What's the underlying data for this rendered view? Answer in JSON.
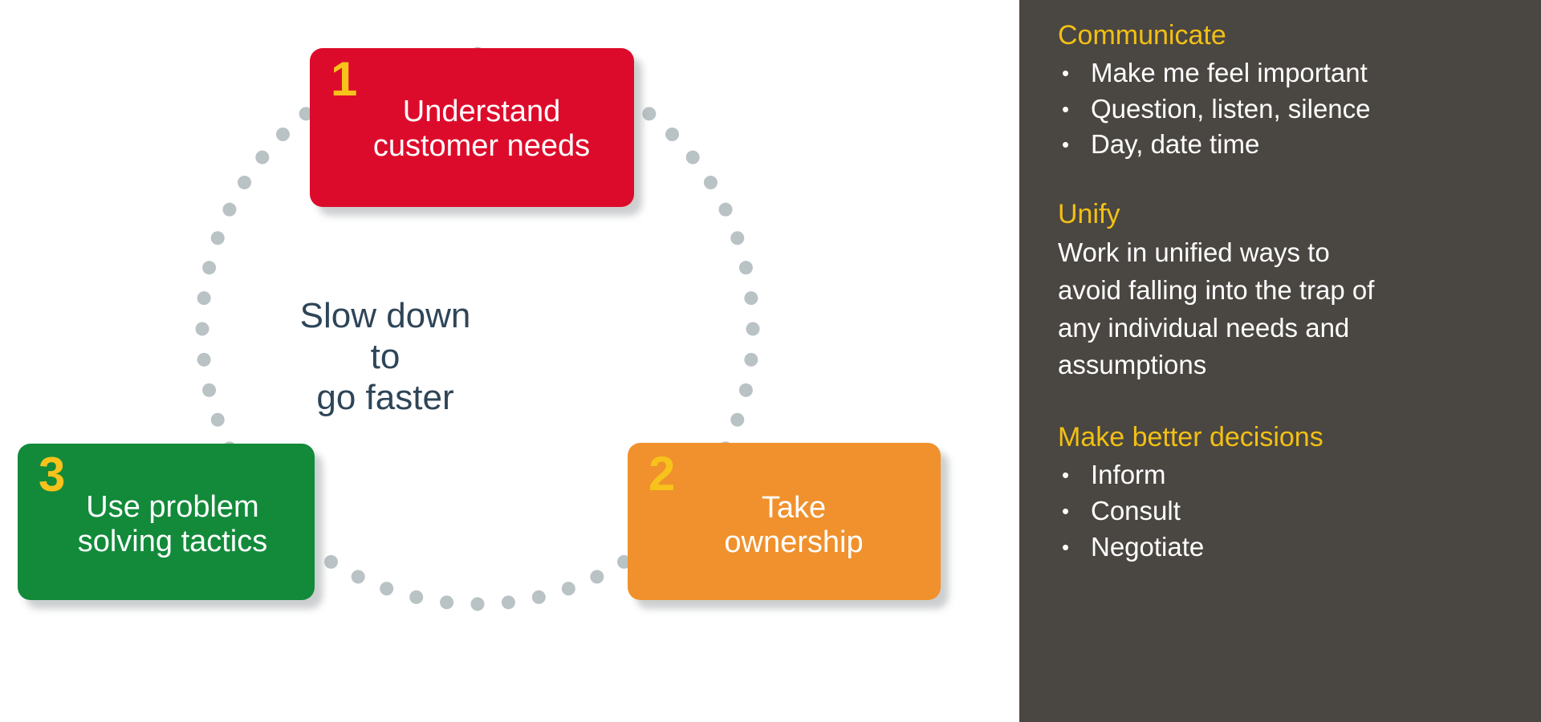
{
  "diagram": {
    "center_text_lines": [
      "Slow down",
      "to",
      "go faster"
    ],
    "center_text_color": "#2E4558",
    "dot_color": "#B9C2C5",
    "steps": [
      {
        "number": "1",
        "label_lines": [
          "Understand",
          "customer needs"
        ],
        "color": "#DD0B2B",
        "name": "understand-customer-needs"
      },
      {
        "number": "2",
        "label_lines": [
          "Take",
          "ownership"
        ],
        "color": "#F0912D",
        "name": "take-ownership"
      },
      {
        "number": "3",
        "label_lines": [
          "Use problem",
          "solving tactics"
        ],
        "color": "#128A3A",
        "name": "use-problem-solving-tactics"
      }
    ],
    "step1_line1": "Understand",
    "step1_line2": "customer needs",
    "step2_line1": "Take",
    "step2_line2": "ownership",
    "step3_line1": "Use problem",
    "step3_line2": "solving tactics",
    "step1_number": "1",
    "step2_number": "2",
    "step3_number": "3",
    "center_line1": "Slow down",
    "center_line2": "to",
    "center_line3": "go faster"
  },
  "side_panel": {
    "background_color": "#4A4641",
    "heading_color": "#F2C014",
    "text_color": "#FFFFFF",
    "bullet_glyph": "•",
    "sections": [
      {
        "heading": "Communicate",
        "bullets": [
          "Make me feel important",
          "Question, listen, silence",
          "Day, date time"
        ],
        "paragraph": ""
      },
      {
        "heading": "Unify",
        "bullets": [],
        "paragraph": "Work in unified ways to avoid falling into the trap of any individual needs and assumptions"
      },
      {
        "heading": "Make better decisions",
        "bullets": [
          "Inform",
          "Consult",
          "Negotiate"
        ],
        "paragraph": ""
      }
    ],
    "s1_heading": "Communicate",
    "s1_b1": "Make me feel important",
    "s1_b2": "Question, listen, silence",
    "s1_b3": "Day, date time",
    "s2_heading": "Unify",
    "s2_paragraph": "Work in unified ways to avoid falling into the trap of any individual needs and assumptions",
    "s3_heading": "Make better decisions",
    "s3_b1": "Inform",
    "s3_b2": "Consult",
    "s3_b3": "Negotiate"
  }
}
